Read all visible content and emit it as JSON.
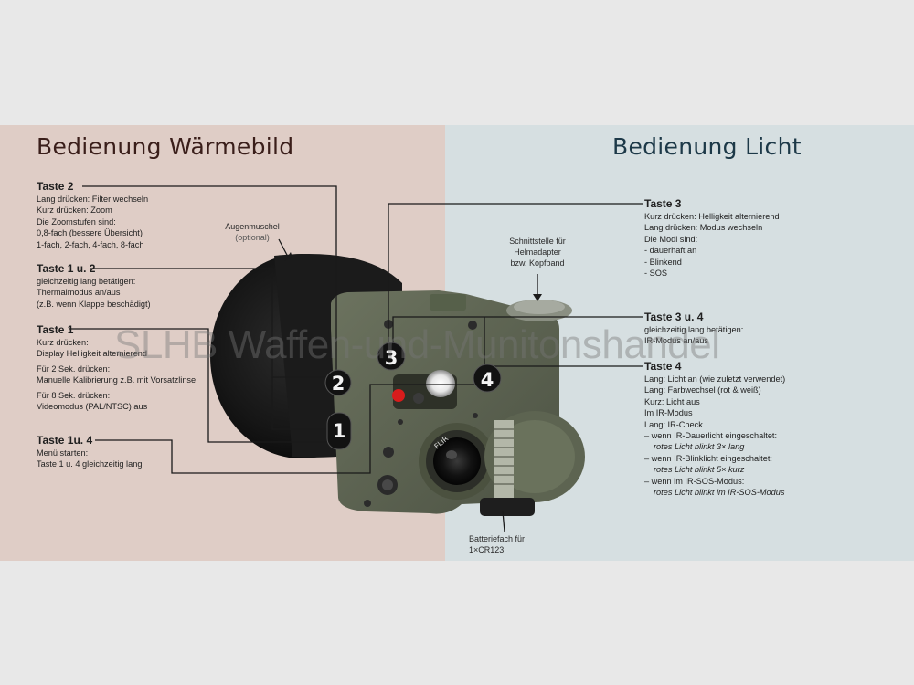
{
  "titles": {
    "thermal": "Bedienung Wärmebild",
    "light": "Bedienung Licht"
  },
  "left_blocks": [
    {
      "heading": "Taste 2",
      "lines": [
        "Lang drücken: Filter wechseln",
        "Kurz drücken: Zoom",
        "Die Zoomstufen sind:",
        "0,8-fach (bessere Übersicht)",
        "1-fach, 2-fach, 4-fach, 8-fach"
      ]
    },
    {
      "heading": "Taste 1 u. 2",
      "lines": [
        "gleichzeitig lang betätigen:",
        "Thermalmodus an/aus",
        "(z.B. wenn Klappe beschädigt)"
      ]
    },
    {
      "heading": "Taste 1",
      "lines": [
        "Kurz drücken:",
        "Display Helligkeit alternierend"
      ],
      "groups": [
        [
          "Für 2 Sek. drücken:",
          "Manuelle Kalibrierung z.B. mit Vorsatzlinse"
        ],
        [
          "Für 8 Sek. drücken:",
          "Videomodus (PAL/NTSC) aus"
        ]
      ]
    },
    {
      "heading": "Taste 1u. 4",
      "lines": [
        "Menü starten:",
        "Taste 1 u. 4 gleichzeitig lang"
      ]
    }
  ],
  "right_blocks": [
    {
      "heading": "Taste 3",
      "lines": [
        "Kurz drücken: Helligkeit alternierend",
        "Lang drücken: Modus wechseln",
        "Die Modi sind:",
        "- dauerhaft an",
        "- Blinkend",
        "- SOS"
      ]
    },
    {
      "heading": "Taste 3 u. 4",
      "lines": [
        "gleichzeitig lang betätigen:",
        "IR-Modus an/aus"
      ]
    },
    {
      "heading": "Taste 4",
      "lines": [
        "Lang: Licht an (wie zuletzt verwendet)",
        "Lang: Farbwechsel (rot & weiß)",
        "Kurz: Licht aus",
        "Im IR-Modus",
        "Lang: IR-Check",
        "– wenn IR-Dauerlicht eingeschaltet:"
      ],
      "italic1": "rotes Licht blinkt 3× lang",
      "line7": "– wenn IR-Blinklicht eingeschaltet:",
      "italic2": "rotes Licht blinkt 5× kurz",
      "line8": "– wenn im IR-SOS-Modus:",
      "italic3": "rotes Licht blinkt im IR-SOS-Modus"
    }
  ],
  "captions": {
    "eyecup": "Augenmuschel",
    "eyecup_sub": "(optional)",
    "interface_1": "Schnittstelle für",
    "interface_2": "Helmadapter",
    "interface_3": "bzw. Kopfband",
    "battery_1": "Batteriefach für",
    "battery_2": "1×CR123"
  },
  "buttons": [
    "1",
    "2",
    "3",
    "4"
  ],
  "lens_text": "FLIR",
  "watermark": "SLHB Waffen-und-Munitonshandel",
  "colors": {
    "left_panel": "#dfcdc6",
    "right_panel": "#d6dfe1",
    "device_body": "#5e6552",
    "eyecup": "#1a1a1a"
  }
}
